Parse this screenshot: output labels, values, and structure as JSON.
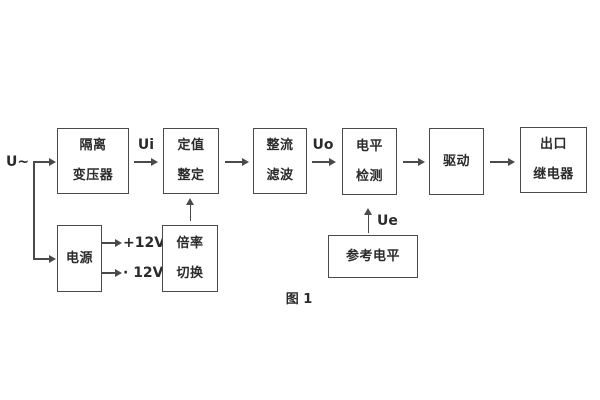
{
  "figure": {
    "caption": "图 1",
    "colors": {
      "line": "#4a4a4a",
      "text": "#2b2b2b",
      "background": "#ffffff"
    },
    "blocks": {
      "isolation_transformer": "隔离\n变压器",
      "value_setting": "定值\n整定",
      "rectifier_filter": "整流\n滤波",
      "level_detection": "电平\n检测",
      "drive": "驱动",
      "output_relay": "出口\n继电器",
      "power_supply": "电源",
      "ratio_switch": "倍率\n切换",
      "reference_level": "参考电平"
    },
    "signals": {
      "input": "U~",
      "ui": "Ui",
      "uo": "Uo",
      "ue": "Ue",
      "plus_12v": "+12V",
      "minus_12v": "· 12V"
    }
  }
}
